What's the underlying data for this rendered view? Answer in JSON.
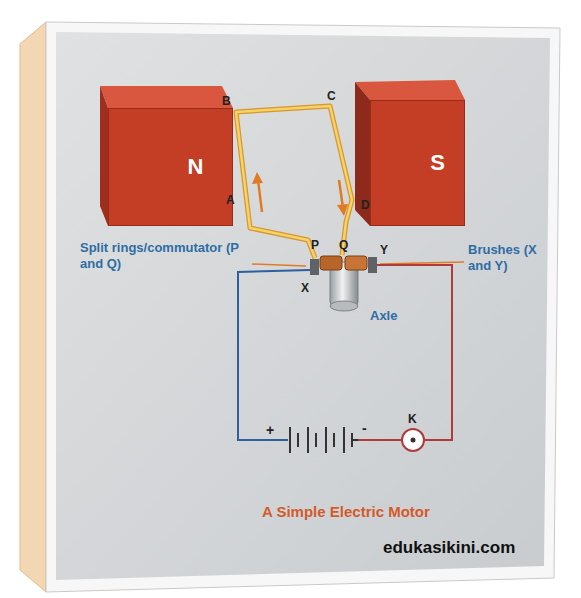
{
  "diagram": {
    "caption": "A Simple Electric Motor",
    "nodes": [
      {
        "text": [
          "N"
        ]
      },
      {
        "text": [
          "S"
        ]
      }
    ],
    "labels": [
      "B",
      "C",
      "A",
      "D",
      "P",
      "Q",
      "X",
      "Y",
      "Split rings/commutator (P and Q)",
      "Brushes (X and Y)",
      "Axle",
      "K",
      "+",
      "-",
      "edukasikini.com"
    ]
  }
}
